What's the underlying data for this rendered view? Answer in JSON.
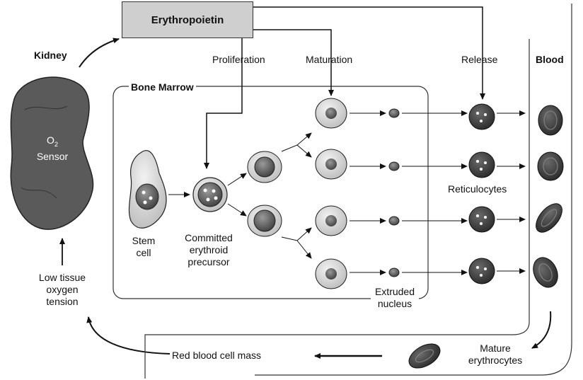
{
  "header": {
    "hormone": "Erythropoietin"
  },
  "labels": {
    "kidney": "Kidney",
    "sensor_line1": "O",
    "sensor_sub": "2",
    "sensor_line2": "Sensor",
    "stimulus_line1": "Low tissue",
    "stimulus_line2": "oxygen",
    "stimulus_line3": "tension",
    "proliferation": "Proliferation",
    "maturation": "Maturation",
    "release": "Release",
    "blood": "Blood",
    "bone_marrow": "Bone Marrow",
    "stem_line1": "Stem",
    "stem_line2": "cell",
    "committed_line1": "Committed",
    "committed_line2": "erythroid",
    "committed_line3": "precursor",
    "reticulocytes": "Reticulocytes",
    "extruded_line1": "Extruded",
    "extruded_line2": "nucleus",
    "mature_line1": "Mature",
    "mature_line2": "erythrocytes",
    "rbc_mass": "Red blood cell mass"
  },
  "colors": {
    "cell_fill": "#dcdcdc",
    "nucleus_fill": "#6a6a6a",
    "dark_cell": "#4a4a4a",
    "kidney_fill": "#5a5a5a",
    "box_fill": "#cfcfcf",
    "line": "#111111"
  }
}
